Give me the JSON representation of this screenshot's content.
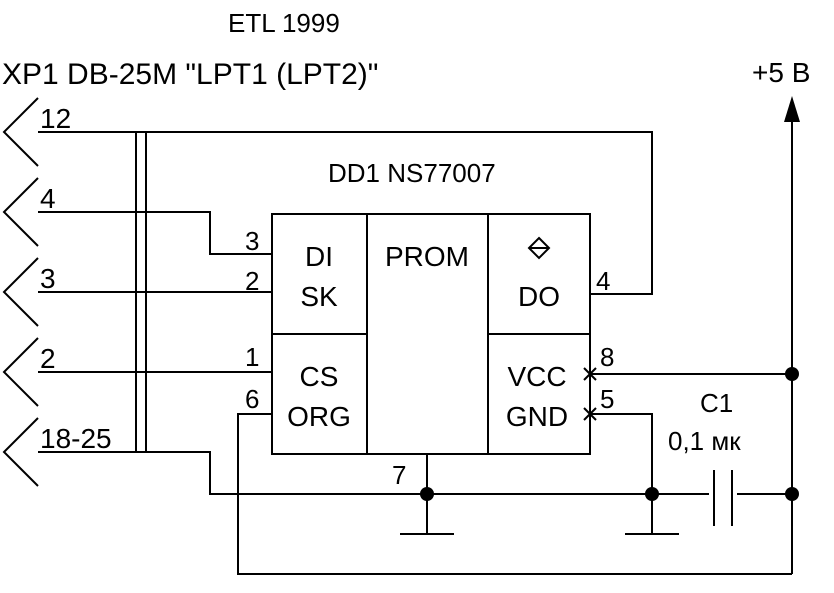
{
  "header": {
    "credit": "ETL 1999",
    "connector_title": "XP1 DB-25M \"LPT1 (LPT2)\""
  },
  "connector_pins": [
    "12",
    "4",
    "3",
    "2",
    "18-25"
  ],
  "chip": {
    "designator": "DD1 NS77007",
    "left_block": {
      "line1": "DI",
      "line2": "SK",
      "line3": "CS",
      "line4": "ORG"
    },
    "center_block": "PROM",
    "right_block": {
      "line1": "DO",
      "line2": "VCC",
      "line3": "GND"
    },
    "pins": {
      "di": "3",
      "sk": "2",
      "cs": "1",
      "org": "6",
      "gnd_bottom": "7",
      "do": "4",
      "vcc": "8",
      "gnd": "5"
    }
  },
  "capacitor": {
    "designator": "C1",
    "value": "0,1 мк"
  },
  "supply": {
    "label": "+5 В"
  }
}
